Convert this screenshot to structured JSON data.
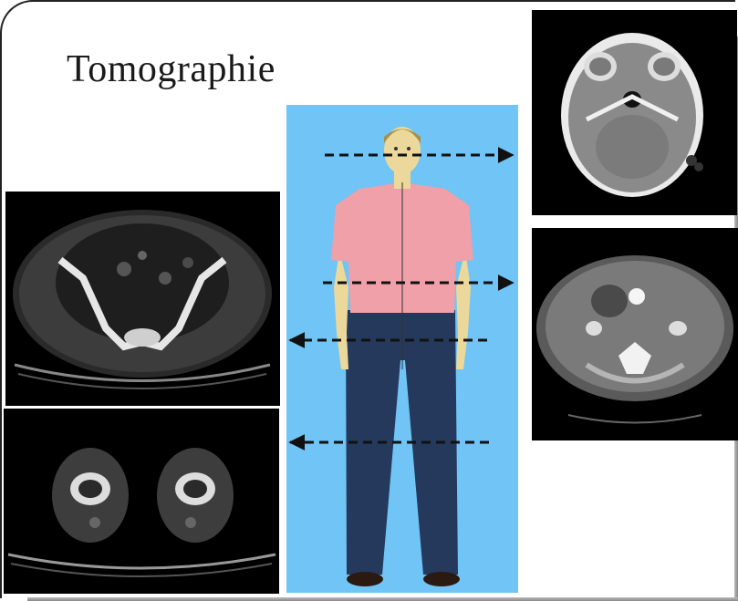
{
  "title": "Tomographie",
  "colors": {
    "background_panel": "#70c4f6",
    "shirt": "#f0a0a8",
    "pants": "#25395c",
    "skin": "#ecd89a",
    "hair": "#a88f48",
    "arrow": "#111111",
    "ct_background": "#000000"
  },
  "images": [
    {
      "name": "ct-head-slice",
      "description_icon": "brain-ct-icon"
    },
    {
      "name": "ct-abdomen-slice",
      "description_icon": "abdomen-ct-icon"
    },
    {
      "name": "ct-pelvis-slice",
      "description_icon": "pelvis-ct-icon"
    },
    {
      "name": "ct-knees-slice",
      "description_icon": "knee-ct-icon"
    }
  ],
  "arrows": [
    {
      "level": "head",
      "direction": "right"
    },
    {
      "level": "abdomen",
      "direction": "right"
    },
    {
      "level": "pelvis",
      "direction": "left"
    },
    {
      "level": "knees",
      "direction": "left"
    }
  ]
}
